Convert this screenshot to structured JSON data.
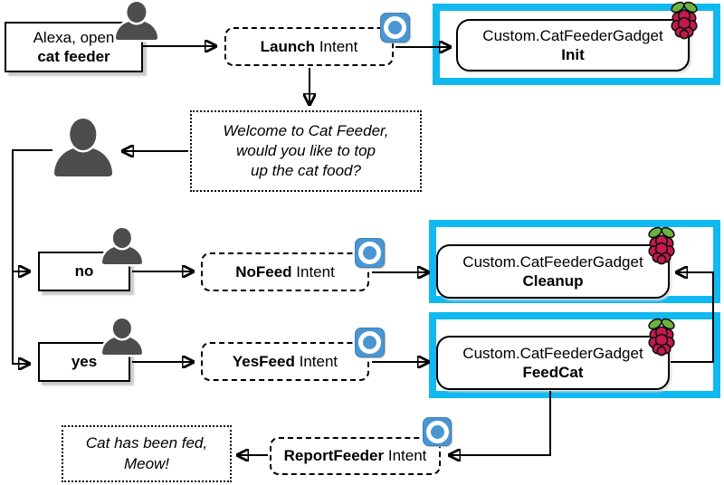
{
  "colors": {
    "highlight": "#10b9f0",
    "alexa_blue": "#4a96d2",
    "person_gray": "#4d4d4d",
    "berry": "#c51a4a",
    "leaf": "#6cb33f"
  },
  "nodes": {
    "user_request": {
      "line1": "Alexa, open",
      "line2": "cat feeder"
    },
    "launch_intent": {
      "name": "Launch",
      "suffix": "Intent"
    },
    "init_handler": {
      "line1": "Custom.CatFeederGadget",
      "line2": "Init"
    },
    "welcome_prompt": {
      "line1": "Welcome to Cat Feeder,",
      "line2": "would you like to top",
      "line3": "up the cat food?"
    },
    "no_answer": {
      "label": "no"
    },
    "nofeed_intent": {
      "name": "NoFeed",
      "suffix": "Intent"
    },
    "cleanup_handler": {
      "line1": "Custom.CatFeederGadget",
      "line2": "Cleanup"
    },
    "yes_answer": {
      "label": "yes"
    },
    "yesfeed_intent": {
      "name": "YesFeed",
      "suffix": "Intent"
    },
    "feedcat_handler": {
      "line1": "Custom.CatFeederGadget",
      "line2": "FeedCat"
    },
    "reportfeeder_intent": {
      "name": "ReportFeeder",
      "suffix": "Intent"
    },
    "cat_fed_response": {
      "line1": "Cat has been fed,",
      "line2": "Meow!"
    }
  },
  "icons": {
    "person": "user-silhouette",
    "alexa": "alexa-skill-ring",
    "raspberry_pi": "raspberry-pi-logo"
  },
  "edges": [
    {
      "from": "user_request",
      "to": "launch_intent"
    },
    {
      "from": "launch_intent",
      "to": "init_handler"
    },
    {
      "from": "launch_intent",
      "to": "welcome_prompt"
    },
    {
      "from": "welcome_prompt",
      "to": "user"
    },
    {
      "from": "user",
      "to": "no_answer"
    },
    {
      "from": "user",
      "to": "yes_answer"
    },
    {
      "from": "no_answer",
      "to": "nofeed_intent"
    },
    {
      "from": "nofeed_intent",
      "to": "cleanup_handler"
    },
    {
      "from": "yes_answer",
      "to": "yesfeed_intent"
    },
    {
      "from": "yesfeed_intent",
      "to": "feedcat_handler"
    },
    {
      "from": "feedcat_handler",
      "to": "cleanup_handler"
    },
    {
      "from": "feedcat_handler",
      "to": "reportfeeder_intent"
    },
    {
      "from": "reportfeeder_intent",
      "to": "cat_fed_response"
    }
  ]
}
